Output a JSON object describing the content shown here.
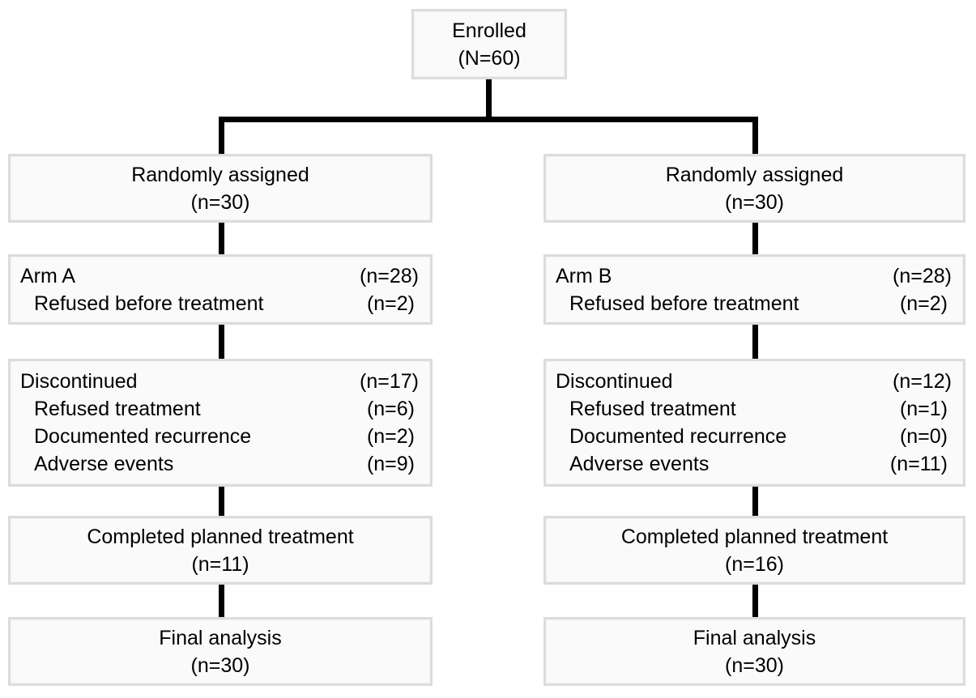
{
  "figure": {
    "type": "consort-flow-diagram",
    "title": "",
    "colors": {
      "box_fill": "#fafafa",
      "box_border": "#dcdcdc",
      "connector": "#000000",
      "text": "#000000",
      "background": "#ffffff"
    }
  },
  "chart_data": {
    "type": "table",
    "title": "",
    "nodes": {
      "enrolled": {
        "label": "Enrolled",
        "count": "(N=60)",
        "n": 60
      },
      "arm_a": {
        "randomized": {
          "label": "Randomly assigned",
          "count": "(n=30)",
          "n": 30
        },
        "treated": {
          "label": "Arm A",
          "count": "(n=28)",
          "n": 28
        },
        "treated_excl": {
          "label": "Refused before treatment",
          "count": "(n=2)",
          "n": 2
        },
        "discontinued": {
          "label": "Discontinued",
          "count": "(n=17)",
          "n": 17
        },
        "disc_reasons": [
          {
            "label": "Refused treatment",
            "count": "(n=6)",
            "n": 6
          },
          {
            "label": "Documented recurrence",
            "count": "(n=2)",
            "n": 2
          },
          {
            "label": "Adverse events",
            "count": "(n=9)",
            "n": 9
          }
        ],
        "completed": {
          "label": "Completed planned treatment",
          "count": "(n=11)",
          "n": 11
        },
        "analyzed": {
          "label": "Final analysis",
          "count": "(n=30)",
          "n": 30
        }
      },
      "arm_b": {
        "randomized": {
          "label": "Randomly assigned",
          "count": "(n=30)",
          "n": 30
        },
        "treated": {
          "label": "Arm B",
          "count": "(n=28)",
          "n": 28
        },
        "treated_excl": {
          "label": "Refused before treatment",
          "count": "(n=2)",
          "n": 2
        },
        "discontinued": {
          "label": "Discontinued",
          "count": "(n=12)",
          "n": 12
        },
        "disc_reasons": [
          {
            "label": "Refused treatment",
            "count": "(n=1)",
            "n": 1
          },
          {
            "label": "Documented recurrence",
            "count": "(n=0)",
            "n": 0
          },
          {
            "label": "Adverse events",
            "count": "(n=11)",
            "n": 11
          }
        ],
        "completed": {
          "label": "Completed planned treatment",
          "count": "(n=16)",
          "n": 16
        },
        "analyzed": {
          "label": "Final analysis",
          "count": "(n=30)",
          "n": 30
        }
      }
    }
  }
}
